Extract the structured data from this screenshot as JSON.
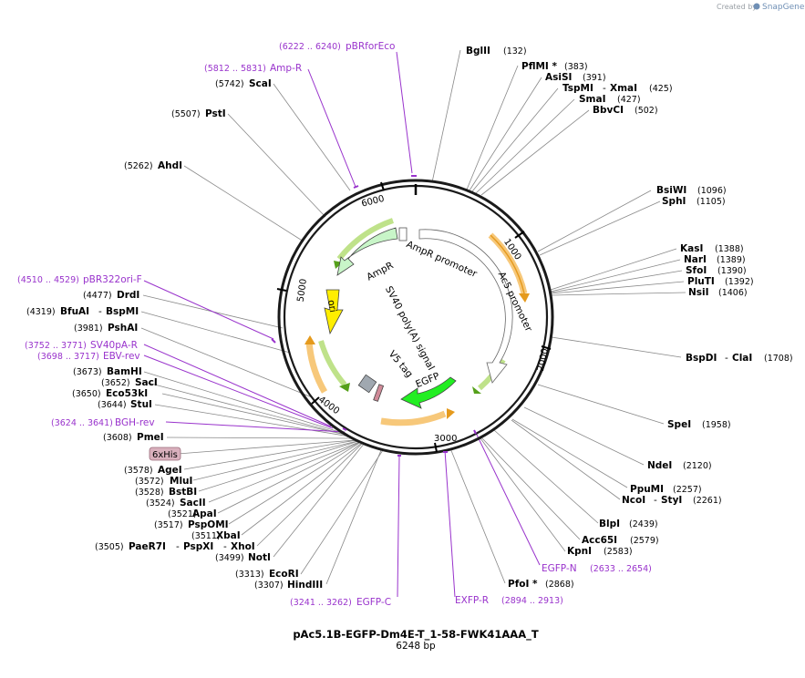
{
  "credit": {
    "created_by": "Created by",
    "brand": "SnapGene"
  },
  "plasmid": {
    "name": "pAc5.1B-EGFP-Dm4E-T_1-58-FWK41AAA_T",
    "size_label": "6248 bp"
  },
  "ticks": [
    "1000",
    "2000",
    "3000",
    "4000",
    "5000",
    "6000"
  ],
  "features": {
    "ampr": "AmpR",
    "ampr_promoter": "AmpR promoter",
    "ac5_promoter": "Ac5 promoter",
    "ori": "ori",
    "sv40": "SV40 poly(A) signal",
    "v5": "V5 tag",
    "egfp": "EGFP"
  },
  "tag_label": "6xHis",
  "sites": [
    {
      "name": "BglII",
      "pos": "(132)"
    },
    {
      "name": "PflMI *",
      "pos": "(383)"
    },
    {
      "name": "AsiSI",
      "pos": "(391)"
    },
    {
      "name": "TspMI",
      "pos": ""
    },
    {
      "name": "XmaI",
      "pos": "(425)"
    },
    {
      "name": "SmaI",
      "pos": "(427)"
    },
    {
      "name": "BbvCI",
      "pos": "(502)"
    },
    {
      "name": "BsiWI",
      "pos": "(1096)"
    },
    {
      "name": "SphI",
      "pos": "(1105)"
    },
    {
      "name": "KasI",
      "pos": "(1388)"
    },
    {
      "name": "NarI",
      "pos": "(1389)"
    },
    {
      "name": "SfoI",
      "pos": "(1390)"
    },
    {
      "name": "PluTI",
      "pos": "(1392)"
    },
    {
      "name": "NsiI",
      "pos": "(1406)"
    },
    {
      "name": "BspDI",
      "pos": ""
    },
    {
      "name": "ClaI",
      "pos": "(1708)"
    },
    {
      "name": "SpeI",
      "pos": "(1958)"
    },
    {
      "name": "NdeI",
      "pos": "(2120)"
    },
    {
      "name": "PpuMI",
      "pos": "(2257)"
    },
    {
      "name": "NcoI",
      "pos": ""
    },
    {
      "name": "StyI",
      "pos": "(2261)"
    },
    {
      "name": "BlpI",
      "pos": "(2439)"
    },
    {
      "name": "Acc65I",
      "pos": "(2579)"
    },
    {
      "name": "KpnI",
      "pos": "(2583)"
    },
    {
      "name": "PfoI *",
      "pos": "(2868)"
    },
    {
      "name": "HindIII",
      "pos": "(3307)"
    },
    {
      "name": "EcoRI",
      "pos": "(3313)"
    },
    {
      "name": "NotI",
      "pos": "(3499)"
    },
    {
      "name": "PaeR7I",
      "pos": "(3505)"
    },
    {
      "name": "PspXI",
      "pos": ""
    },
    {
      "name": "XhoI",
      "pos": ""
    },
    {
      "name": "XbaI",
      "pos": "(3511)"
    },
    {
      "name": "PspOMI",
      "pos": "(3517)"
    },
    {
      "name": "ApaI",
      "pos": "(3521)"
    },
    {
      "name": "SacII",
      "pos": "(3524)"
    },
    {
      "name": "BstBI",
      "pos": "(3528)"
    },
    {
      "name": "MluI",
      "pos": "(3572)"
    },
    {
      "name": "AgeI",
      "pos": "(3578)"
    },
    {
      "name": "PmeI",
      "pos": "(3608)"
    },
    {
      "name": "StuI",
      "pos": "(3644)"
    },
    {
      "name": "Eco53kI",
      "pos": "(3650)"
    },
    {
      "name": "SacI",
      "pos": "(3652)"
    },
    {
      "name": "BamHI",
      "pos": "(3673)"
    },
    {
      "name": "PshAI",
      "pos": "(3981)"
    },
    {
      "name": "BfuAI",
      "pos": "(4319)"
    },
    {
      "name": "BspMI",
      "pos": ""
    },
    {
      "name": "DrdI",
      "pos": "(4477)"
    },
    {
      "name": "AhdI",
      "pos": "(5262)"
    },
    {
      "name": "PstI",
      "pos": "(5507)"
    },
    {
      "name": "ScaI",
      "pos": "(5742)"
    }
  ],
  "primers": [
    {
      "name": "pBRforEco",
      "pos": "(6222 .. 6240)"
    },
    {
      "name": "Amp-R",
      "pos": "(5812 .. 5831)"
    },
    {
      "name": "pBR322ori-F",
      "pos": "(4510 .. 4529)"
    },
    {
      "name": "SV40pA-R",
      "pos": "(3752 .. 3771)"
    },
    {
      "name": "EBV-rev",
      "pos": "(3698 .. 3717)"
    },
    {
      "name": "BGH-rev",
      "pos": "(3624 .. 3641)"
    },
    {
      "name": "EGFP-N",
      "pos": "(2633 .. 2654)"
    },
    {
      "name": "EXFP-R",
      "pos": "(2894 .. 2913)"
    },
    {
      "name": "EGFP-C",
      "pos": "(3241 .. 3262)"
    }
  ],
  "colors": {
    "backbone": "#1a1a1a",
    "primer": "#9933cc",
    "orf_arrow": "#f2a93b",
    "orf_arrow_green": "#77b82a",
    "ampr_fill": "#c8f5c8",
    "ori_fill": "#ffee00",
    "egfp_fill": "#22ee22",
    "tag_fill": "#d9b0bd"
  }
}
